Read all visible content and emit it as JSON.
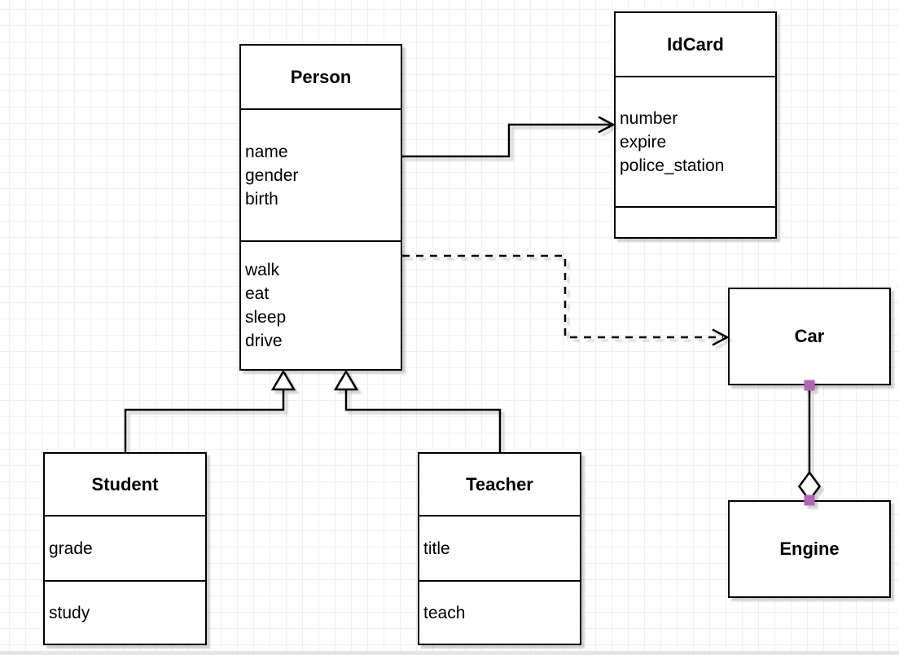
{
  "classes": {
    "person": {
      "name": "Person",
      "attributes": [
        "name",
        "gender",
        "birth"
      ],
      "methods": [
        "walk",
        "eat",
        "sleep",
        "drive"
      ]
    },
    "idcard": {
      "name": "IdCard",
      "attributes": [
        "number",
        "expire",
        "police_station"
      ],
      "methods": []
    },
    "student": {
      "name": "Student",
      "attributes": [
        "grade"
      ],
      "methods": [
        "study"
      ]
    },
    "teacher": {
      "name": "Teacher",
      "attributes": [
        "title"
      ],
      "methods": [
        "teach"
      ]
    },
    "car": {
      "name": "Car"
    },
    "engine": {
      "name": "Engine"
    }
  },
  "relationships": [
    {
      "type": "association",
      "from": "Person",
      "to": "IdCard",
      "line": "solid",
      "arrow": "open"
    },
    {
      "type": "dependency",
      "from": "Person",
      "to": "Car",
      "line": "dashed",
      "arrow": "open"
    },
    {
      "type": "generalization",
      "from": "Student",
      "to": "Person",
      "line": "solid",
      "arrow": "hollow-triangle"
    },
    {
      "type": "generalization",
      "from": "Teacher",
      "to": "Person",
      "line": "solid",
      "arrow": "hollow-triangle"
    },
    {
      "type": "aggregation",
      "from": "Car",
      "to": "Engine",
      "line": "solid",
      "arrow": "hollow-diamond",
      "endpoint_marker_color": "#b266b2"
    }
  ],
  "colors": {
    "stroke": "#000000",
    "fill": "#ffffff",
    "text": "#000000",
    "connection_point": "#b266b2",
    "grid": "#f0f1f3"
  }
}
